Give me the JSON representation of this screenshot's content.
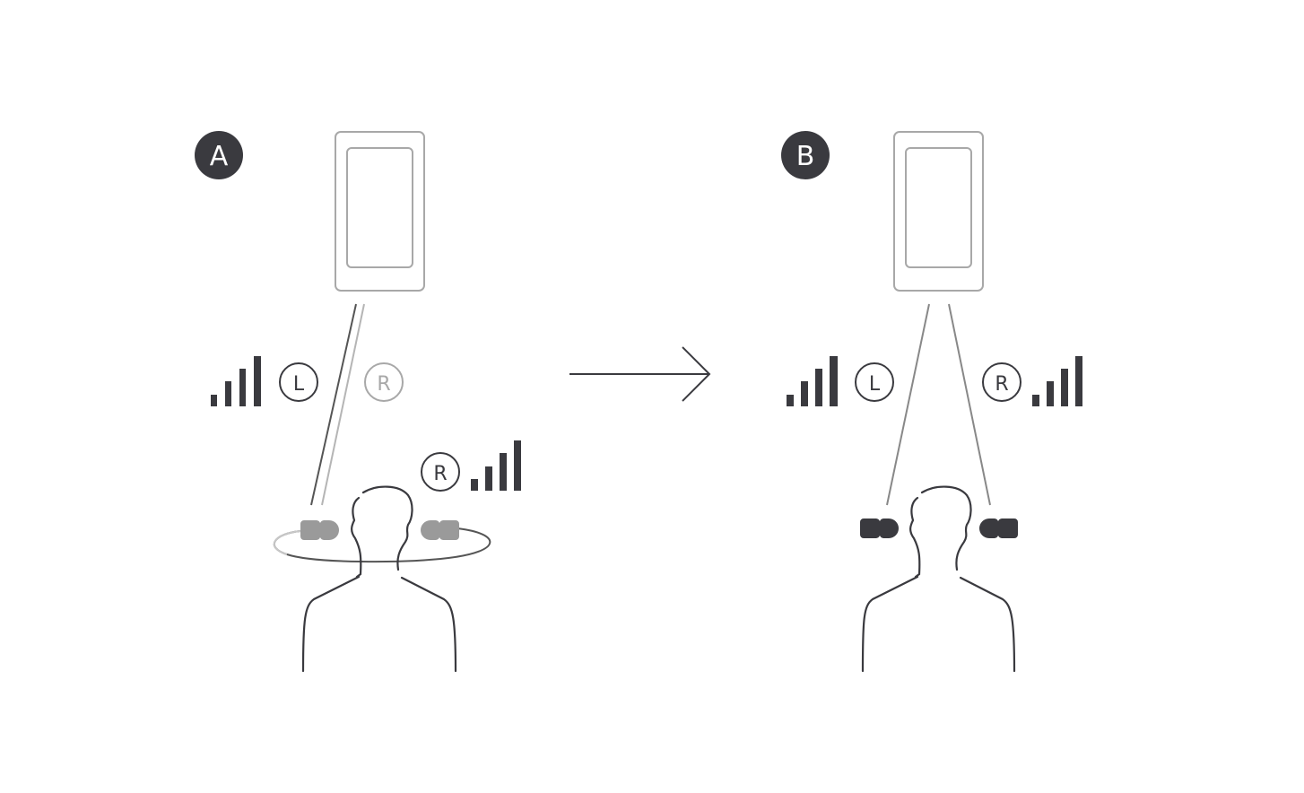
{
  "colors": {
    "dark": "#3a3a3f",
    "gray": "#9a9a9a",
    "light_gray": "#b5b5b5",
    "outline": "#a8a8a8",
    "background": "#ffffff"
  },
  "panel_a": {
    "badge": "A",
    "left_channel": {
      "label": "L",
      "signal_bars": 4,
      "state": "strong"
    },
    "right_channel_faded": {
      "label": "R",
      "state": "inactive"
    },
    "right_channel_relay": {
      "label": "R",
      "signal_bars": 4,
      "state": "relayed via left earbud"
    },
    "earbuds_color": "gray",
    "description": "Smartphone connects to left earbud; right earbud receives audio relayed around the head"
  },
  "arrow": {
    "direction": "right",
    "icon": "arrow-right-icon"
  },
  "panel_b": {
    "badge": "B",
    "left_channel": {
      "label": "L",
      "signal_bars": 4,
      "state": "strong"
    },
    "right_channel": {
      "label": "R",
      "signal_bars": 4,
      "state": "strong"
    },
    "earbuds_color": "dark",
    "description": "Smartphone connects directly to both left and right earbuds simultaneously"
  }
}
